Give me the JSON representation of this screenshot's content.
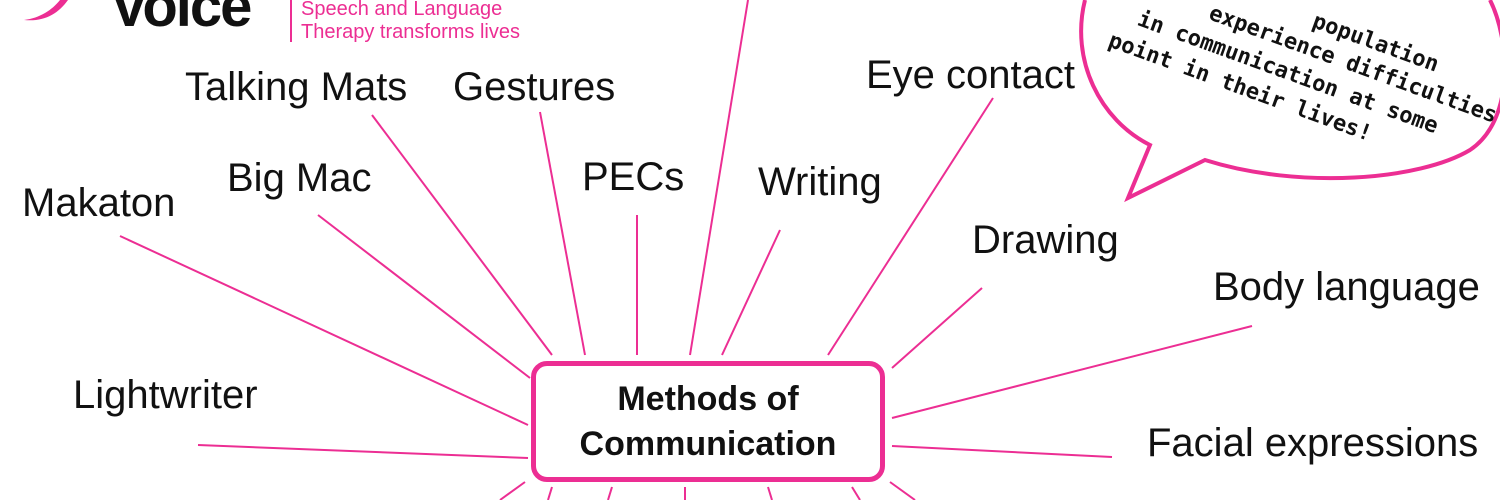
{
  "colors": {
    "accent": "#ec2e93",
    "text": "#111111",
    "background": "#ffffff"
  },
  "logo": {
    "wordmark": "Voice",
    "tagline_1": "Speech and Language",
    "tagline_2": "Therapy transforms lives"
  },
  "center": {
    "line_1": "Methods of",
    "line_2": "Communication"
  },
  "nodes": [
    "Talking Mats",
    "Gestures",
    "Eye contact",
    "Makaton",
    "Big Mac",
    "PECs",
    "Writing",
    "Drawing",
    "Body language",
    "Lightwriter",
    "Facial expressions"
  ],
  "bubble": {
    "lines": [
      "population",
      "experience difficulties",
      "in communication at some",
      "point in their lives!"
    ]
  }
}
